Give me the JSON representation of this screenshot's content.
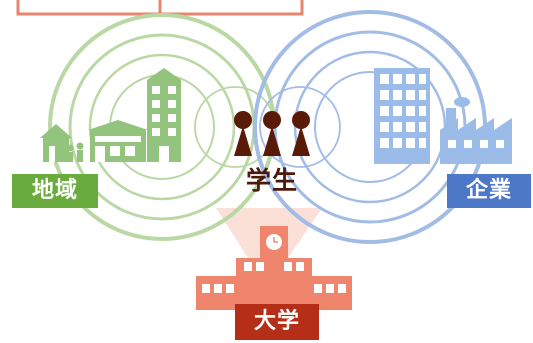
{
  "labels": {
    "region": "地域",
    "company": "企業",
    "students": "学生",
    "university": "大学"
  },
  "colors": {
    "region_green": "#6aab3e",
    "region_ring": "#b9d8a4",
    "company_blue": "#4d78c7",
    "company_ring": "#a3bce6",
    "university_red": "#b52f18",
    "university_building": "#f0856e",
    "student_figure": "#5a1a08",
    "top_box_border": "#e9846f"
  },
  "icons": [
    "house-icon",
    "shop-icon",
    "apartment-building-icon",
    "people-icon",
    "office-building-icon",
    "factory-icon",
    "university-building-icon",
    "clock-icon",
    "student-figure-icon"
  ]
}
